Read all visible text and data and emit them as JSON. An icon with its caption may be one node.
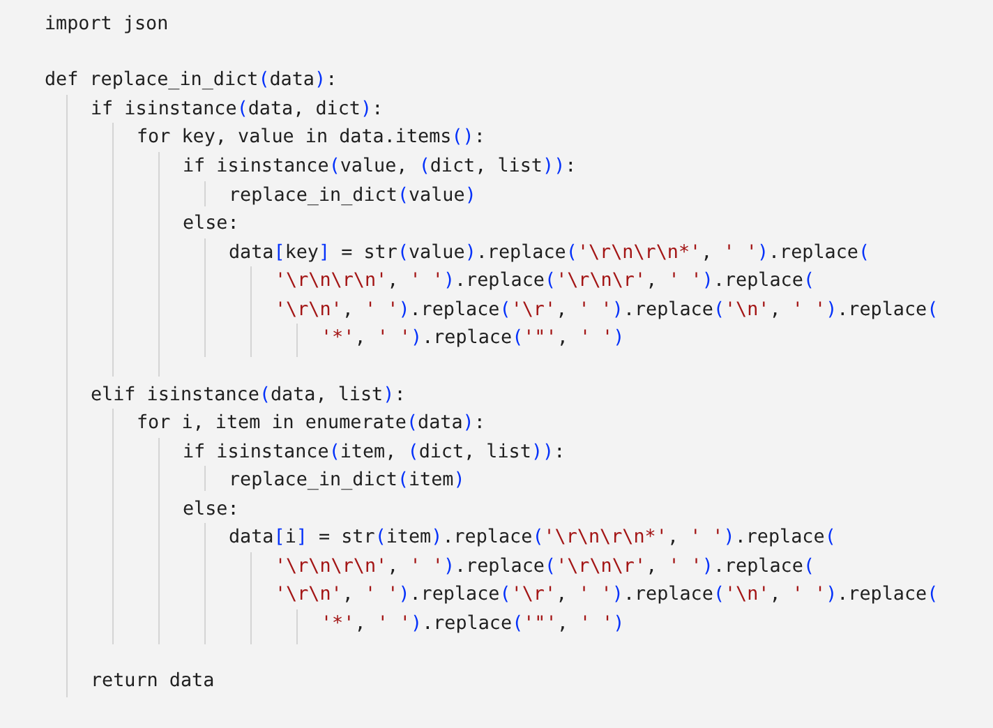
{
  "diagram": {
    "labels": [
      "import json",
      "def replace_in_dict(data):",
      "if isinstance(data, dict):",
      "for key, value in data.items():",
      "if isinstance(value, (dict, list)):",
      "replace_in_dict(value)",
      "else:",
      "data[key] = str(value).replace('\\r\\n\\r\\n*', ' ').replace(",
      "'\\r\\n\\r\\n', ' ').replace('\\r\\n\\r', ' ').replace(",
      "'\\r\\n', ' ').replace('\\r', ' ').replace('\\n', ' ').replace(",
      "'*', ' ').replace('\"', ' ')",
      "elif isinstance(data, list):",
      "for i, item in enumerate(data):",
      "if isinstance(item, (dict, list)):",
      "replace_in_dict(item)",
      "else:",
      "data[i] = str(item).replace('\\r\\n\\r\\n*', ' ').replace(",
      "'\\r\\n\\r\\n', ' ').replace('\\r\\n\\r', ' ').replace(",
      "'\\r\\n', ' ').replace('\\r', ' ').replace('\\n', ' ').replace(",
      "'*', ' ').replace('\"', ' ')",
      "return data"
    ]
  }
}
